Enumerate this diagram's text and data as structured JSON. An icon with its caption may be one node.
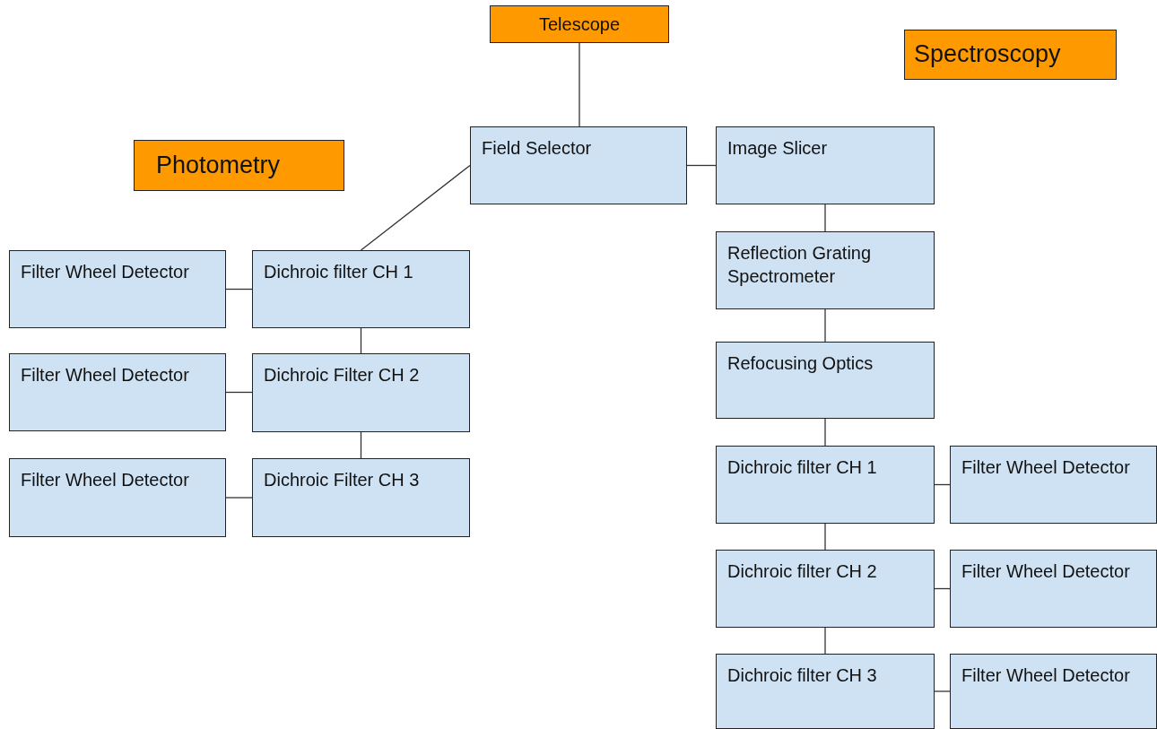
{
  "diagram": {
    "nodes": [
      {
        "text": [
          "Telescope"
        ]
      },
      {
        "text": [
          "Spectroscopy"
        ]
      },
      {
        "text": [
          "Photometry"
        ]
      },
      {
        "text": [
          "Field Selector"
        ]
      },
      {
        "text": [
          "Image Slicer"
        ]
      },
      {
        "text": [
          "Filter Wheel Detector"
        ]
      },
      {
        "text": [
          "Dichroic filter CH 1"
        ]
      },
      {
        "text": [
          "Reflection Grating Spectrometer"
        ]
      },
      {
        "text": [
          "Refocusing Optics"
        ]
      },
      {
        "text": [
          "Filter Wheel Detector"
        ]
      },
      {
        "text": [
          "Dichroic Filter CH 2"
        ]
      },
      {
        "text": [
          "Filter Wheel Detector"
        ]
      },
      {
        "text": [
          "Dichroic Filter CH 3"
        ]
      },
      {
        "text": [
          "Dichroic filter CH 1"
        ]
      },
      {
        "text": [
          "Filter Wheel Detector"
        ]
      },
      {
        "text": [
          "Dichroic filter CH 2"
        ]
      },
      {
        "text": [
          "Filter Wheel Detector"
        ]
      },
      {
        "text": [
          "Dichroic filter CH 3"
        ]
      },
      {
        "text": [
          "Filter Wheel Detector"
        ]
      }
    ],
    "edges": [
      {
        "from": 0,
        "to": 3,
        "arrow": "none"
      },
      {
        "from": 3,
        "to": 4,
        "arrow": "none"
      },
      {
        "from": 3,
        "to": 6,
        "arrow": "none"
      },
      {
        "from": 4,
        "to": 7,
        "arrow": "none"
      },
      {
        "from": 7,
        "to": 8,
        "arrow": "none"
      },
      {
        "from": 8,
        "to": 13,
        "arrow": "none"
      },
      {
        "from": 6,
        "to": 5,
        "arrow": "none"
      },
      {
        "from": 6,
        "to": 10,
        "arrow": "none"
      },
      {
        "from": 10,
        "to": 9,
        "arrow": "none"
      },
      {
        "from": 10,
        "to": 12,
        "arrow": "none"
      },
      {
        "from": 12,
        "to": 11,
        "arrow": "none"
      },
      {
        "from": 13,
        "to": 14,
        "arrow": "none"
      },
      {
        "from": 13,
        "to": 15,
        "arrow": "none"
      },
      {
        "from": 15,
        "to": 16,
        "arrow": "none"
      },
      {
        "from": 15,
        "to": 17,
        "arrow": "none"
      },
      {
        "from": 17,
        "to": 18,
        "arrow": "none"
      }
    ]
  }
}
